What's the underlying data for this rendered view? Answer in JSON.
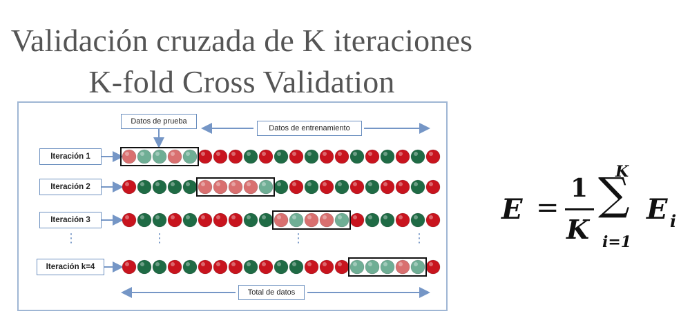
{
  "title": {
    "line1": "Validación cruzada de K iteraciones",
    "line2": "K-fold Cross Validation"
  },
  "diagram": {
    "test_label": "Datos de prueba",
    "train_label": "Datos de entrenamiento",
    "total_label": "Total de datos",
    "ellipsis": "⋮",
    "rows": [
      {
        "label": "Iteración 1",
        "pattern": "RGGRGRRRGRGRGRRGRGRGR",
        "test_start": 0,
        "test_end": 5
      },
      {
        "label": "Iteración 2",
        "pattern": "RGGGGRRRRGGRGRGRGRRGR",
        "test_start": 5,
        "test_end": 10
      },
      {
        "label": "Iteración 3",
        "pattern": "RGGRGRRRGGRGRRGRGGRGR",
        "test_start": 10,
        "test_end": 15
      },
      {
        "label": "Iteración k=4",
        "pattern": "RGGRGRRRGRGGRRRGGGRGR",
        "test_start": 15,
        "test_end": 20
      }
    ]
  },
  "formula": {
    "E": "E",
    "eq": "=",
    "num": "1",
    "den": "K",
    "upper": "K",
    "sum": "∑",
    "lower": "i=1",
    "Ei": "E",
    "sub": "i"
  },
  "colors": {
    "red": "#c8141e",
    "green": "#1f6b45",
    "test_red": "#d97070",
    "test_green": "#6fae95",
    "arrow": "#7596c6",
    "title": "#555555"
  }
}
